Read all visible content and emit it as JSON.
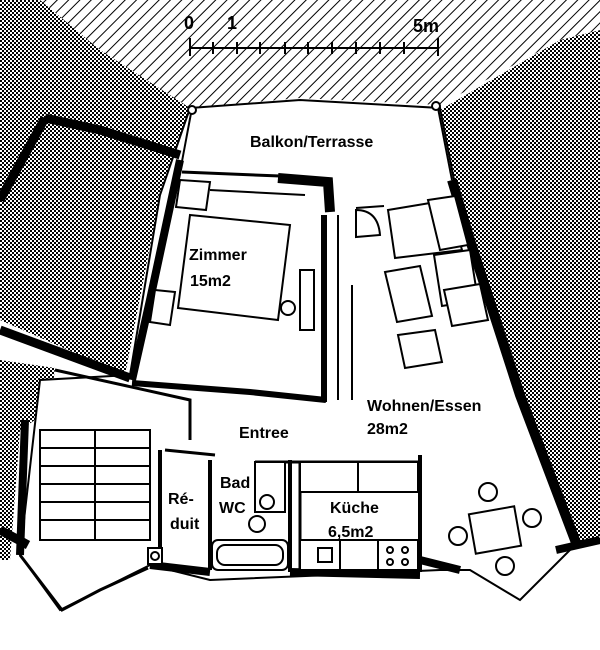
{
  "scale": {
    "start": "0",
    "one": "1",
    "end": "5m"
  },
  "rooms": {
    "balcony": "Balkon/Terrasse",
    "zimmer_name": "Zimmer",
    "zimmer_area": "15m2",
    "living_name": "Wohnen/Essen",
    "living_area": "28m2",
    "entree": "Entree",
    "bad": "Bad",
    "wc": "WC",
    "reduit_1": "Ré-",
    "reduit_2": "duit",
    "kitchen_name": "Küche",
    "kitchen_area": "6,5m2"
  },
  "colors": {
    "wall": "#000000",
    "hatch": "#000000",
    "background": "#ffffff"
  }
}
